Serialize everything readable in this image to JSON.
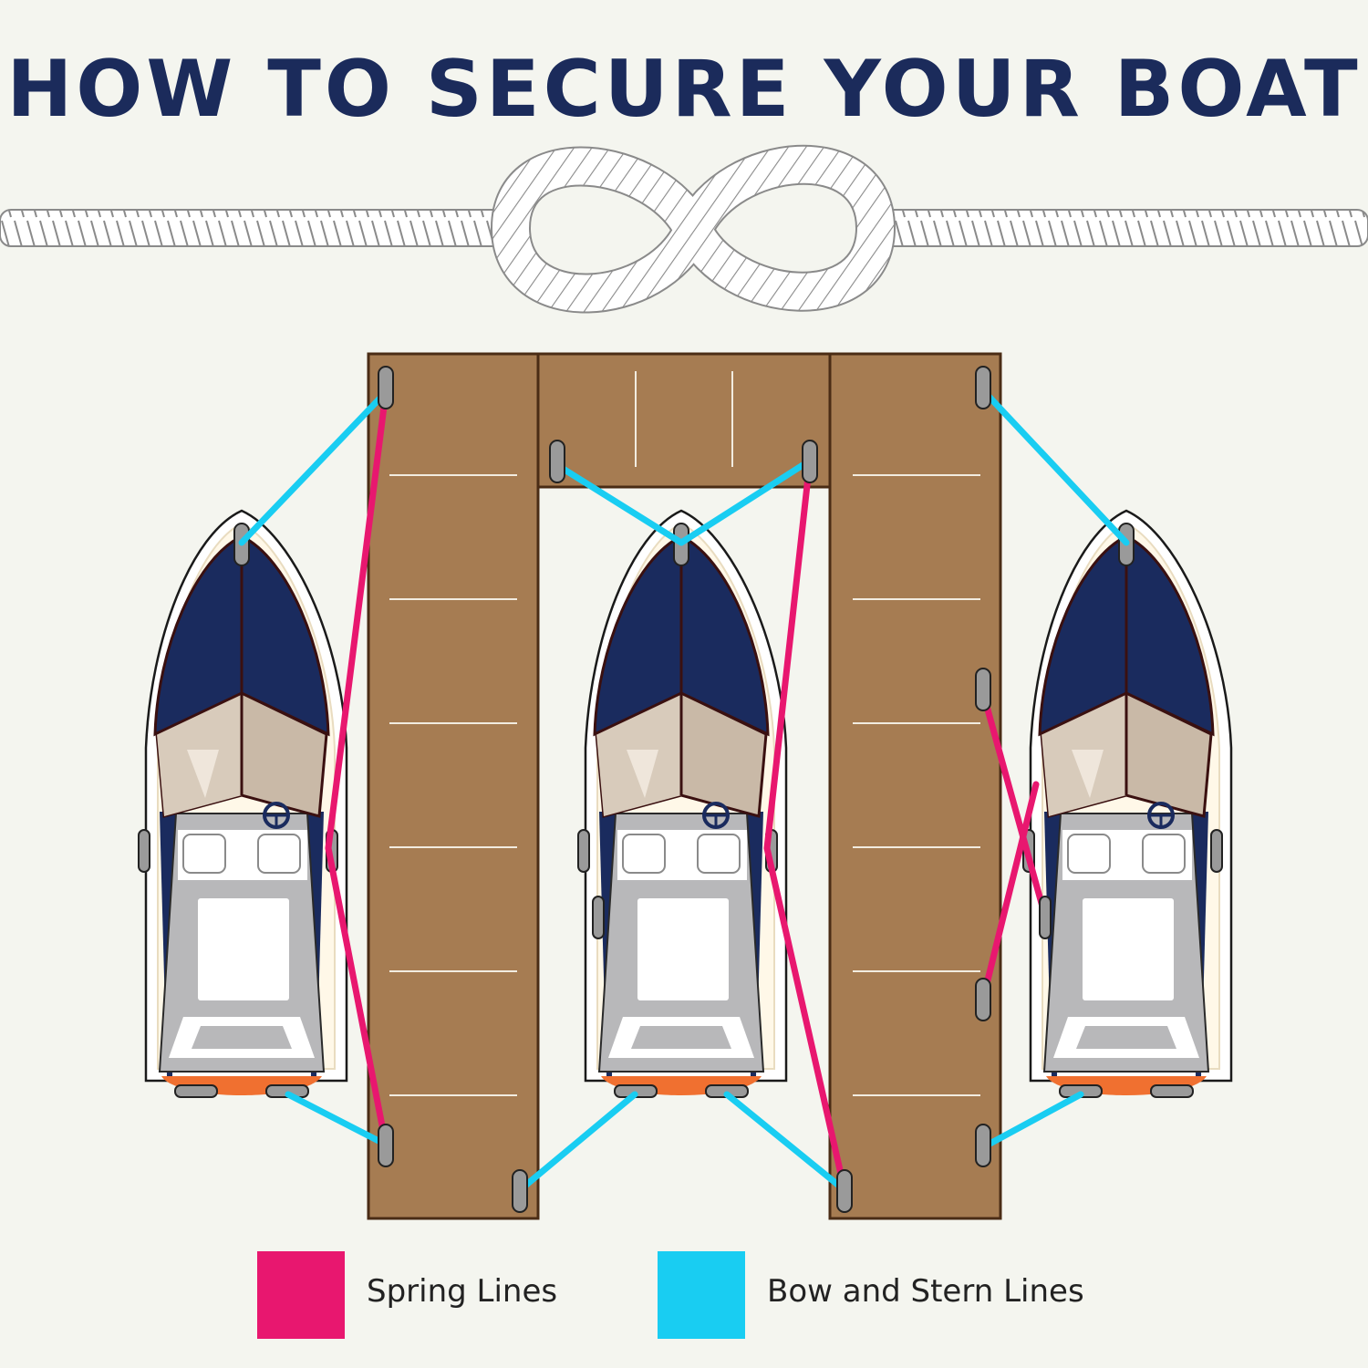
{
  "title": "HOW TO SECURE YOUR BOAT",
  "colors": {
    "spring": "#e8176f",
    "bow_stern": "#19cdf2",
    "dock": "#a67c52",
    "hull_navy": "#1a2b5e",
    "deck_tan": "#c9b9a7",
    "cockpit_gray": "#b8b8ba",
    "stern_orange": "#f07030",
    "cleat_gray": "#9a9a9a",
    "title": "#1b2b5b",
    "background": "#f4f5ef"
  },
  "icons": {
    "rope": "figure-eight-knot-rope-icon",
    "dock": "u-shaped-dock-icon",
    "boat": "motor-boat-top-view-icon",
    "cleat": "cleat-icon"
  },
  "legend": [
    {
      "label": "Spring Lines",
      "color": "#e8176f"
    },
    {
      "label": "Bow and Stern Lines",
      "color": "#19cdf2"
    }
  ]
}
